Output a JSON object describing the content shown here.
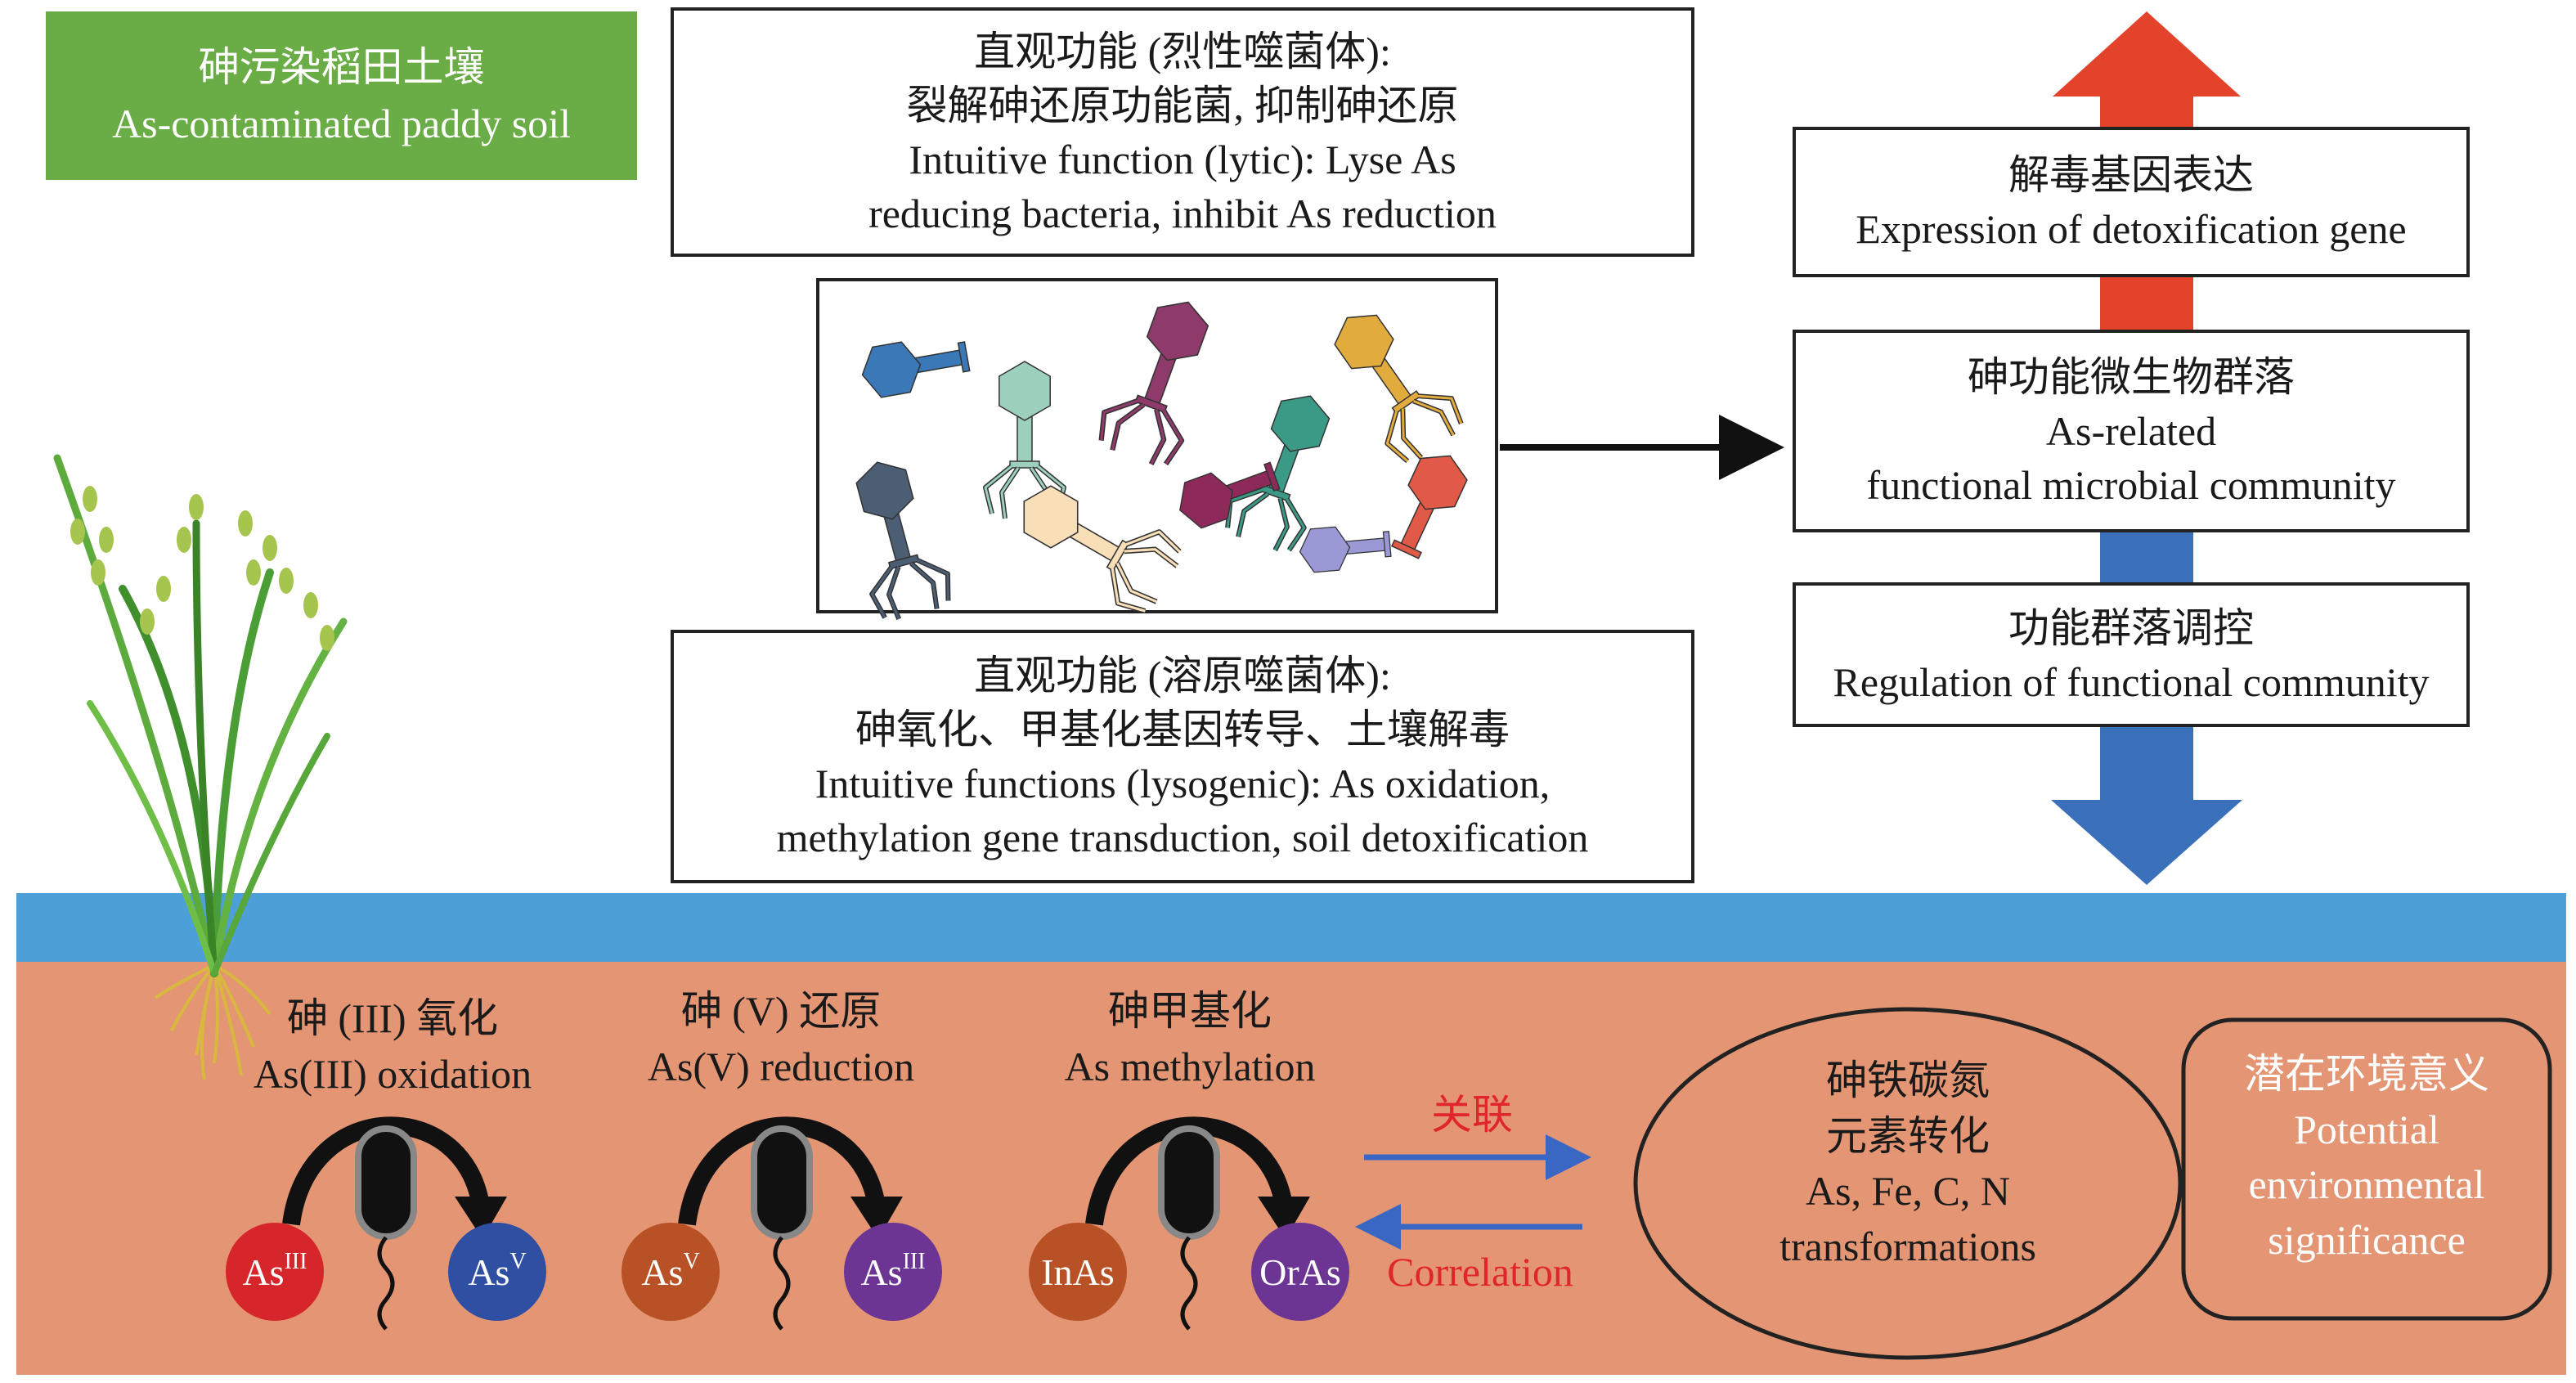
{
  "soil_badge": {
    "zh": "砷污染稻田土壤",
    "en": "As-contaminated paddy soil",
    "color": "#6aac45"
  },
  "lytic_box": {
    "zh_title": "直观功能 (烈性噬菌体):",
    "zh_body": "裂解砷还原功能菌, 抑制砷还原",
    "en_1": "Intuitive function (lytic): Lyse As",
    "en_2": "reducing bacteria, inhibit As reduction"
  },
  "lysogenic_box": {
    "zh_title": "直观功能  (溶原噬菌体):",
    "zh_body": "砷氧化、甲基化基因转导、土壤解毒",
    "en_1": "Intuitive functions (lysogenic): As oxidation,",
    "en_2": "methylation gene transduction, soil detoxification"
  },
  "phage_panel": {
    "phages": [
      {
        "icon": "phage-icon",
        "color": "#3a78b8"
      },
      {
        "icon": "phage-icon",
        "color": "#9dcfbd"
      },
      {
        "icon": "phage-icon",
        "color": "#8e3a6a"
      },
      {
        "icon": "phage-icon",
        "color": "#e2ab3e"
      },
      {
        "icon": "phage-icon",
        "color": "#3a9a86"
      },
      {
        "icon": "phage-icon",
        "color": "#4b5e74"
      },
      {
        "icon": "phage-icon",
        "color": "#f8dfb8"
      },
      {
        "icon": "phage-icon",
        "color": "#8e2a5a"
      },
      {
        "icon": "phage-icon",
        "color": "#e15a47"
      },
      {
        "icon": "phage-icon",
        "color": "#9a99d6"
      }
    ]
  },
  "right_stack": {
    "detox": {
      "zh": "解毒基因表达",
      "en": "Expression of detoxification gene"
    },
    "community": {
      "zh": "砷功能微生物群落",
      "en_1": "As-related",
      "en_2": "functional microbial community"
    },
    "regulation": {
      "zh": "功能群落调控",
      "en": "Regulation of functional community"
    },
    "up_arrow_color": "#e2432a",
    "down_arrow_color": "#3a6fba"
  },
  "processes": [
    {
      "zh": "砷 (III) 氧化",
      "en": "As(III) oxidation",
      "from": {
        "base": "As",
        "sup": "III",
        "color": "#d7262b"
      },
      "to": {
        "base": "As",
        "sup": "V",
        "color": "#2e4fa2"
      }
    },
    {
      "zh": "砷 (V) 还原",
      "en": "As(V) reduction",
      "from": {
        "base": "As",
        "sup": "V",
        "color": "#b85125"
      },
      "to": {
        "base": "As",
        "sup": "III",
        "color": "#6c3593"
      }
    },
    {
      "zh": "砷甲基化",
      "en": "As methylation",
      "from": {
        "base": "InAs",
        "sup": "",
        "color": "#b85125"
      },
      "to": {
        "base": "OrAs",
        "sup": "",
        "color": "#6c3593"
      }
    }
  ],
  "correlation": {
    "zh": "关联",
    "en": "Correlation",
    "color": "#e0262a"
  },
  "element_cycle": {
    "zh_1": "砷铁碳氮",
    "zh_2": "元素转化",
    "en_1": "As, Fe, C, N",
    "en_2": "transformations"
  },
  "significance": {
    "zh": "潜在环境意义",
    "en_1": "Potential",
    "en_2": "environmental",
    "en_3": "significance"
  },
  "colors": {
    "water": "#4d9fd8",
    "soil": "#e49573",
    "soil_text": "#ffffff"
  }
}
